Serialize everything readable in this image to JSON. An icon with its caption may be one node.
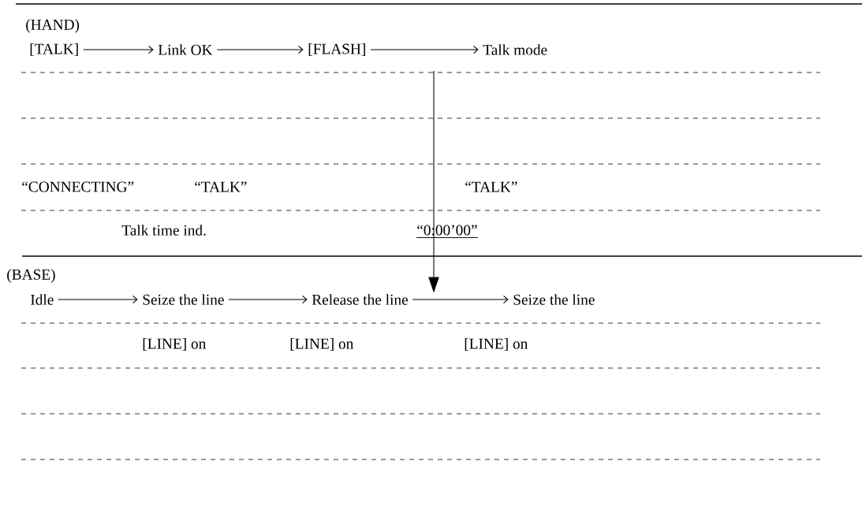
{
  "diagram": {
    "nodes": [
      {
        "text": [
          "[TALK]"
        ]
      },
      {
        "text": [
          "Link OK"
        ]
      },
      {
        "text": [
          "[FLASH]"
        ]
      },
      {
        "text": [
          "Talk mode"
        ]
      },
      {
        "text": [
          "Idle"
        ]
      },
      {
        "text": [
          "Seize the line"
        ]
      },
      {
        "text": [
          "Release the line"
        ]
      },
      {
        "text": [
          "Seize the line"
        ]
      }
    ],
    "edges": [
      {
        "from": 0,
        "to": 1,
        "arrow": "to"
      },
      {
        "from": 1,
        "to": 2,
        "arrow": "to"
      },
      {
        "from": 2,
        "to": 3,
        "arrow": "to"
      },
      {
        "from": 4,
        "to": 5,
        "arrow": "to"
      },
      {
        "from": 5,
        "to": 6,
        "arrow": "to"
      },
      {
        "from": 6,
        "to": 7,
        "arrow": "to"
      },
      {
        "from": null,
        "to": 6,
        "arrow": "to"
      }
    ],
    "labels": [
      "(HAND)",
      "“CONNECTING”",
      "“TALK”",
      "“TALK”",
      "Talk time ind.",
      "“0:00’00”",
      "(BASE)",
      "[LINE] on",
      "[LINE] on",
      "[LINE] on"
    ]
  }
}
